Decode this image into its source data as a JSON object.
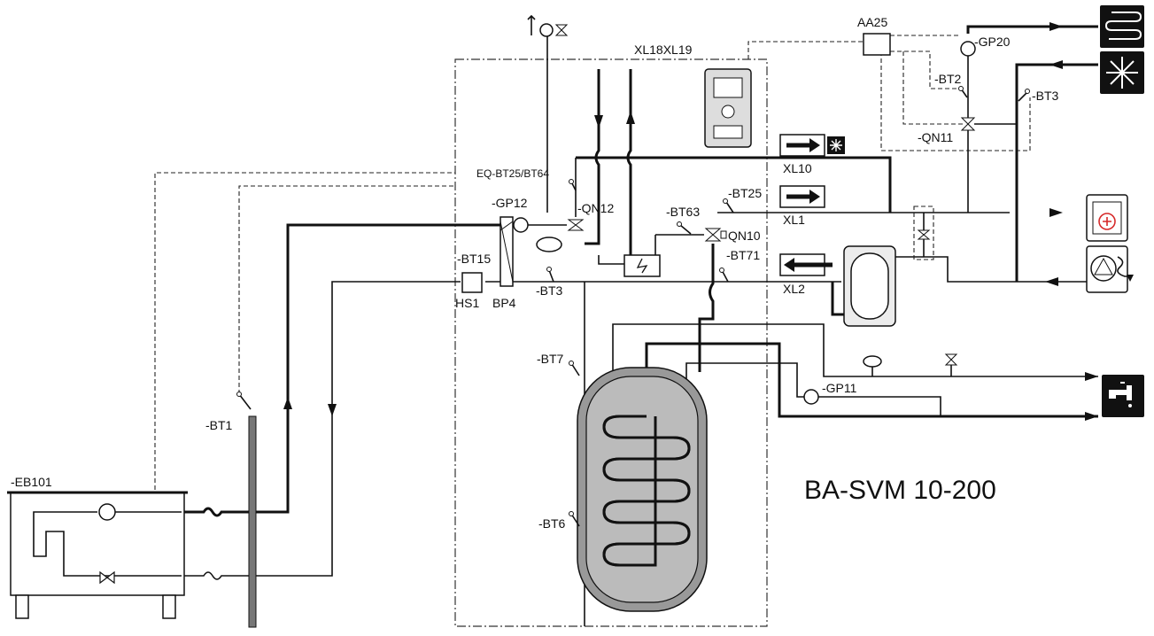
{
  "title": "BA-SVM 10-200",
  "labels": {
    "eb101": "-EB101",
    "bt1": "-BT1",
    "gp12": "-GP12",
    "qn12": "-QN12",
    "eq_bt25_bt64": "EQ-BT25/BT64",
    "xl18xl19": "XL18XL19",
    "bt15": "-BT15",
    "hs1": "HS1",
    "bp4": "BP4",
    "bt3_inner": "-BT3",
    "bt63": "-BT63",
    "qn10": "QN10",
    "bt25": "-BT25",
    "bt71": "-BT71",
    "bt7": "-BT7",
    "bt6": "-BT6",
    "gp11": "-GP11",
    "aa25": "AA25",
    "gp20": "-GP20",
    "bt2": "-BT2",
    "bt3_outer": "-BT3",
    "qn11": "-QN11",
    "xl10": "XL10",
    "xl1": "XL1",
    "xl2": "XL2"
  },
  "icons": {
    "floor_heating": "floor-heating-icon",
    "cooling": "cooling-snowflake-icon",
    "pool": "pool-heat-exchanger-icon",
    "tap_water": "tap-water-icon",
    "indoor_unit": "indoor-unit-icon"
  },
  "colors": {
    "line": "#111111",
    "unit_fill": "#ececec",
    "pool_red": "#d62828"
  }
}
